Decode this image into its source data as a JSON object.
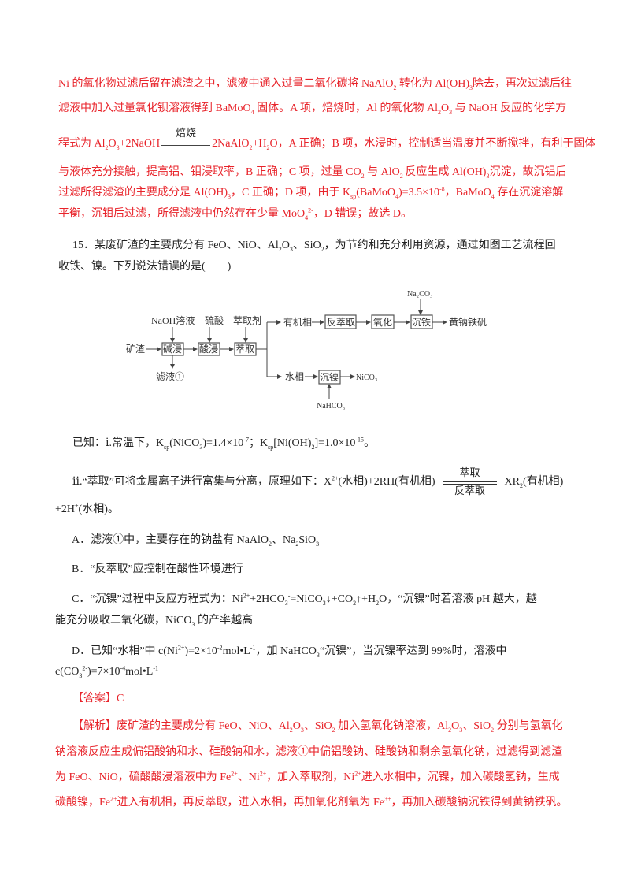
{
  "prev_explanation": {
    "line1": "Ni 的氧化物过滤后留在滤渣之中，滤液中通入过量二氧化碳将 NaAlO_{2} 转化为 Al(OH)_{3}除去，再次过滤后往",
    "line2": "滤液中加入过量氯化钡溶液得到 BaMoO_{4} 固体。A 项，焙烧时，Al 的氧化物 Al_{2}O_{3} 与 NaOH 反应的化学方",
    "line3_before": "程式为 Al_{2}O_{3}+2NaOH",
    "line3_arrow_label": "焙烧",
    "line3_after": "2NaAlO_{2}+H_{2}O，A 正确；B 项，水浸时，控制适当温度并不断搅拌，有利于固体",
    "line4": "与液体充分接触，提高铝、钼浸取率，B 正确；C 项，过量 CO_{2} 与 AlO_{2}^{-}反应生成 Al(OH)_{3}沉淀，故沉铝后",
    "line5": "过滤所得滤渣的主要成分是 Al(OH)_{3}，C 正确；D 项，由于 K_{sp}(BaMoO_{4})=3.5×10^{-8}，BaMoO_{4} 存在沉淀溶解",
    "line6": "平衡，沉钼后过滤，所得滤液中仍然存在少量 MoO_{4}^{2-}，D 错误；故选 D。"
  },
  "question": {
    "line1": "15．某废矿渣的主要成分有 FeO、NiO、Al_{2}O_{3}、SiO_{2}，为节约和充分利用资源，通过如图工艺流程回",
    "line2": "收铁、镍。下列说法错误的是(　　)"
  },
  "flowchart": {
    "start": "矿渣",
    "naoh": "NaOH溶液",
    "alkali_leach": "碱浸",
    "filtrate": "滤液①",
    "sulfuric_acid": "硫酸",
    "acid_leach": "酸浸",
    "extractant": "萃取剂",
    "extract": "萃取",
    "organic_phase": "有机相",
    "back_extract": "反萃取",
    "oxidize": "氧化",
    "na2co3": "Na₂CO₃",
    "iron_precip": "沉铁",
    "product": "黄钠铁矾",
    "aqueous_phase": "水相",
    "nickel_precip": "沉镍",
    "nico3": "NiCO₃",
    "nahco3": "NaHCO₃"
  },
  "known": {
    "i": "已知：ⅰ.常温下，K_{sp}(NiCO_{3})=1.4×10^{-7}；K_{sp}[Ni(OH)_{2}]=1.0×10^{-15}。",
    "ii_before": "ⅱ.“萃取”可将金属离子进行富集与分离，原理如下：X^{2+}(水相)+2RH(有机相)",
    "ii_arrow_top": "萃取",
    "ii_arrow_bottom": "反萃取",
    "ii_after": "XR_{2}(有机相)",
    "ii_cont": "+2H^{+}(水相)。"
  },
  "options": {
    "A": "A．滤液①中，主要存在的钠盐有 NaAlO_{2}、Na_{2}SiO_{3}",
    "B": "B．“反萃取”应控制在酸性环境进行",
    "C1": "C．“沉镍”过程中反应方程式为：Ni^{2+}+2HCO_{3}^{-}=NiCO_{3}↓+CO_{2}↑+H_{2}O，“沉镍”时若溶液 pH 越大，越",
    "C2": "能充分吸收二氧化碳，NiCO_{3} 的产率越高",
    "D1": "D．已知“水相”中 c(Ni^{2+})=2×10^{-2}mol•L^{-1}，加 NaHCO_{3}“沉镍”，当沉镍率达到 99%时，溶液中",
    "D2": "c(CO_{3}^{2-})=7×10^{-4}mol•L^{-1}"
  },
  "answer": {
    "label": "【答案】C"
  },
  "analysis": {
    "line1": "【解析】废矿渣的主要成分有 FeO、NiO、Al_{2}O_{3}、SiO_{2} 加入氢氧化钠溶液，Al_{2}O_{3}、SiO_{2} 分别与氢氧化",
    "line2": "钠溶液反应生成偏铝酸钠和水、硅酸钠和水，滤液①中偏铝酸钠、硅酸钠和剩余氢氧化钠，过滤得到滤渣",
    "line3": "为 FeO、NiO，硫酸酸浸溶液中为 Fe^{2+}、Ni^{2+}，加入萃取剂，Ni^{2+}进入水相中，沉镍，加入碳酸氢钠，生成",
    "line4": "碳酸镍，Fe^{2+}进入有机相，再反萃取，进入水相，再加氧化剂氧为 Fe^{3+}，再加入碳酸钠沉铁得到黄钠铁矾。"
  },
  "colors": {
    "explanation_text": "#e8232a",
    "body_text": "#222222"
  }
}
